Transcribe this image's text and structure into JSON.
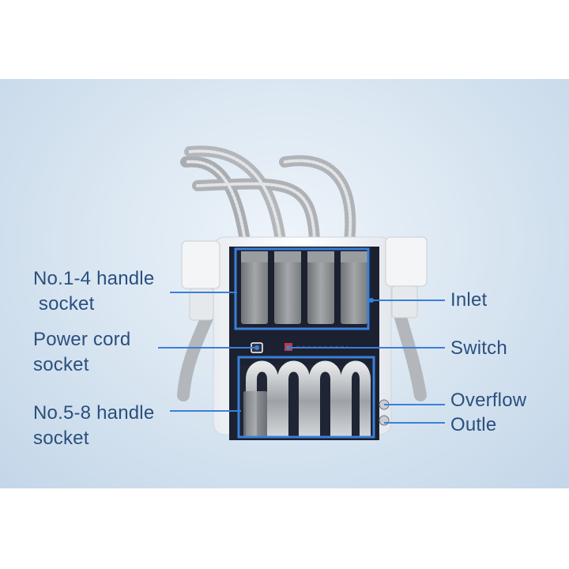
{
  "labels": {
    "handle_1_4": {
      "line1": "No.1-4 handle",
      "line2": " socket"
    },
    "power_cord": {
      "line1": "Power cord",
      "line2": "socket"
    },
    "handle_5_8": {
      "line1": "No.5-8 handle",
      "line2": "socket"
    },
    "inlet": "Inlet",
    "switch": "Switch",
    "overflow": "Overflow",
    "outle": "Outle"
  },
  "colors": {
    "label_text": "#2a4f7e",
    "highlight_box": "#3b7fd9",
    "leader_line": "#3b7fd9",
    "panel_dark": "#1b2130",
    "socket_grey": "#8a8a8a",
    "hose_steel": "#b8bcc0"
  },
  "icons": {
    "power_socket": "power-socket-icon",
    "switch": "rocker-switch-icon"
  }
}
